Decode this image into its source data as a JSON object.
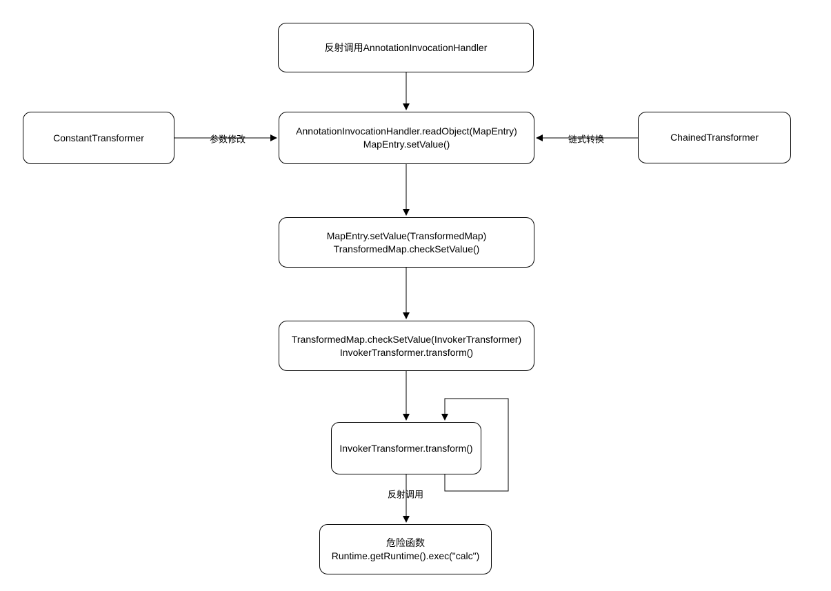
{
  "diagram": {
    "nodes": {
      "reflect_call": {
        "label": "反射调用AnnotationInvocationHandler"
      },
      "read_object": {
        "line1": "AnnotationInvocationHandler.readObject(MapEntry)",
        "line2": "MapEntry.setValue()"
      },
      "constant_transformer": {
        "label": "ConstantTransformer"
      },
      "chained_transformer": {
        "label": "ChainedTransformer"
      },
      "map_entry_set_value": {
        "line1": "MapEntry.setValue(TransformedMap)",
        "line2": "TransformedMap.checkSetValue()"
      },
      "check_set_value": {
        "line1": "TransformedMap.checkSetValue(InvokerTransformer)",
        "line2": "InvokerTransformer.transform()"
      },
      "invoker_transform": {
        "label": "InvokerTransformer.transform()"
      },
      "danger_function": {
        "line1": "危险函数",
        "line2": "Runtime.getRuntime().exec(\"calc\")"
      }
    },
    "edge_labels": {
      "param_modify": "参数修改",
      "chain_transform": "链式转换",
      "reflect_invoke": "反射调用"
    },
    "colors": {
      "stroke": "#000000",
      "fill": "#ffffff",
      "text": "#000000",
      "background": "#ffffff"
    }
  }
}
